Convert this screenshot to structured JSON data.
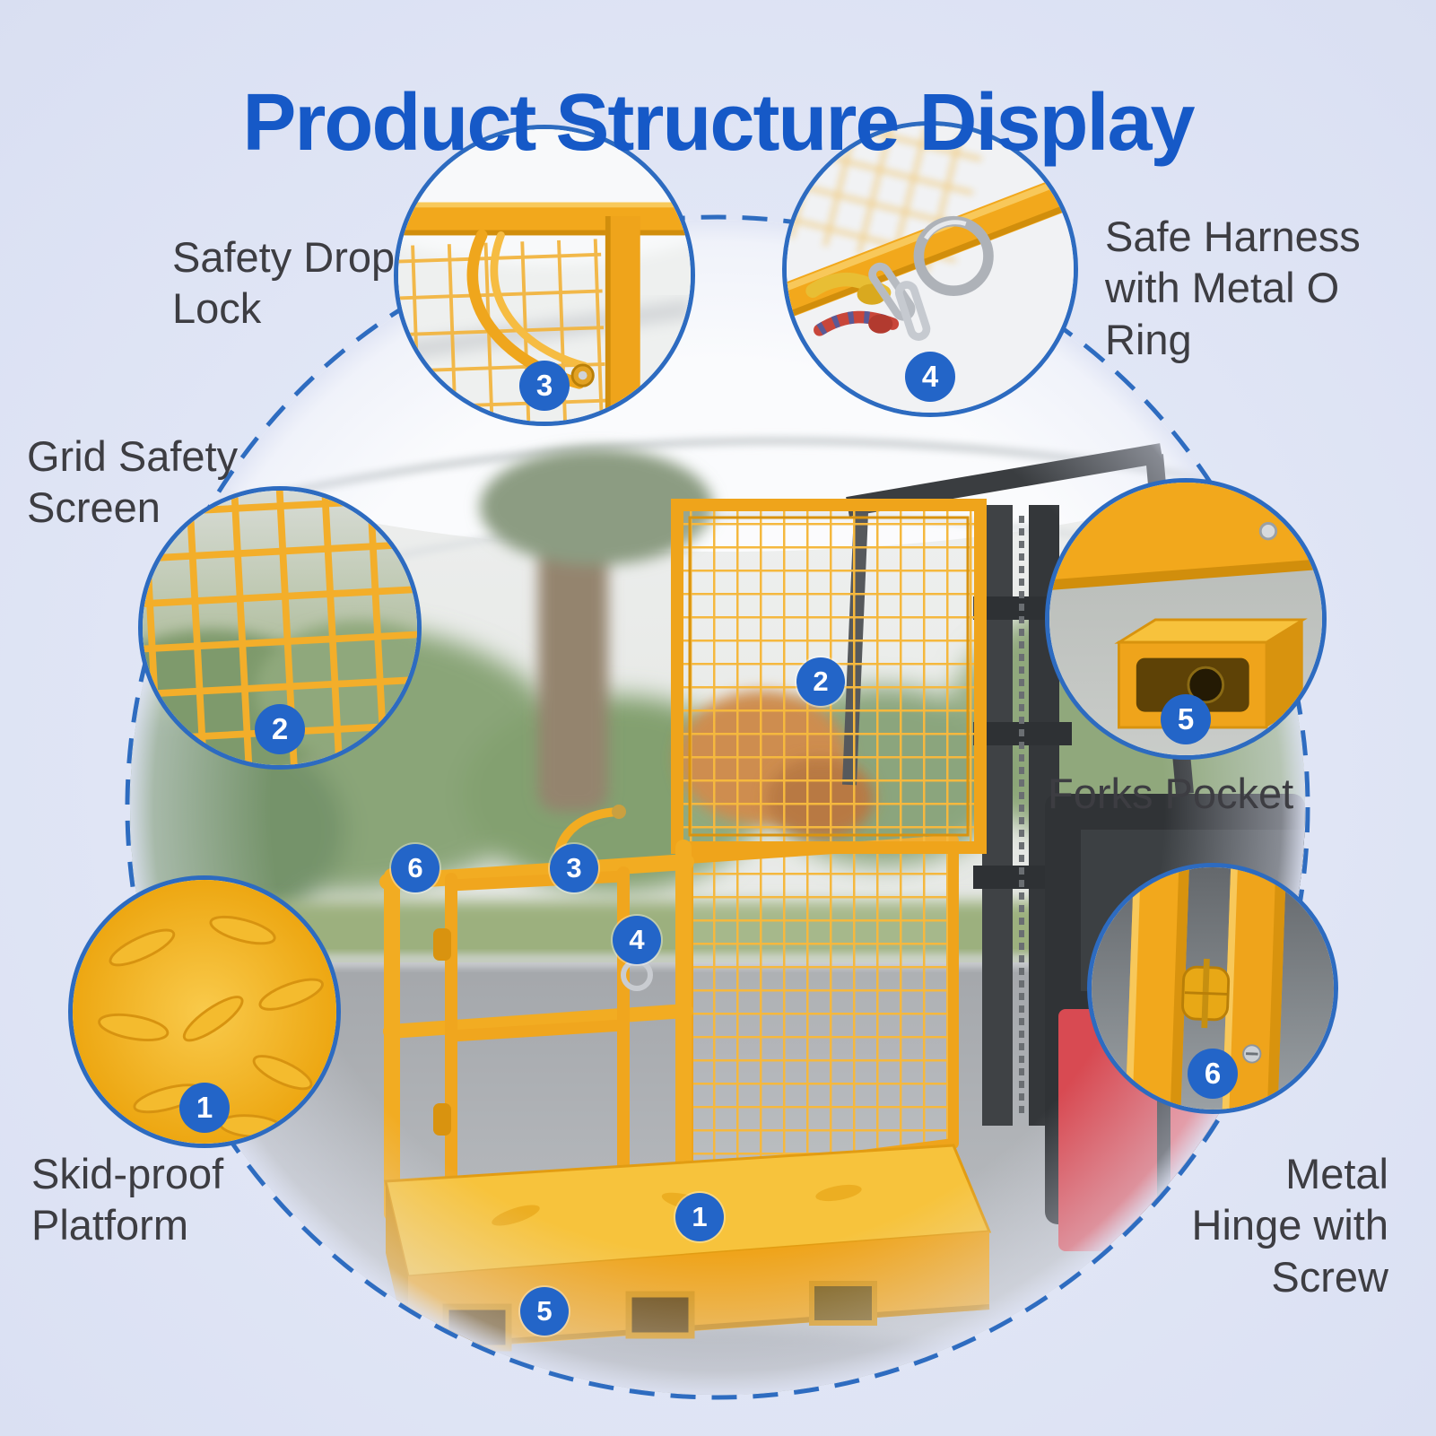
{
  "page": {
    "title": "Product Structure Display"
  },
  "colors": {
    "title_blue": "#1659C7",
    "accent_blue": "#2D6BC0",
    "badge_blue": "#2365C8",
    "part_yellow": "#F2A81C",
    "background": "#DDE3F4",
    "label_text": "#3D3D42"
  },
  "callouts": [
    {
      "number": "1",
      "label": "Skid-proof Platform"
    },
    {
      "number": "2",
      "label": "Grid Safety Screen"
    },
    {
      "number": "3",
      "label": "Safety Drop Lock"
    },
    {
      "number": "4",
      "label": "Safe Harness with Metal O Ring"
    },
    {
      "number": "5",
      "label": "Forks Pocket"
    },
    {
      "number": "6",
      "label": "Metal Hinge with Screw"
    }
  ]
}
